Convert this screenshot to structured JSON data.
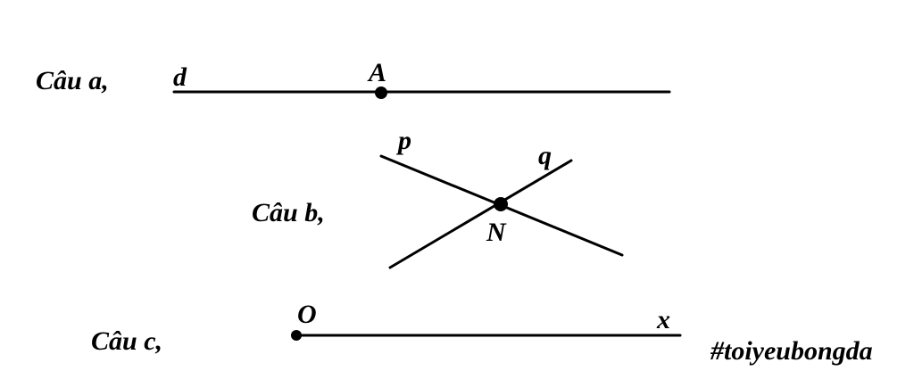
{
  "sections": {
    "a": {
      "label": "Câu a,",
      "line_name": "d",
      "point": "A"
    },
    "b": {
      "label": "Câu b,",
      "line_1_name": "p",
      "line_2_name": "q",
      "intersection_point": "N"
    },
    "c": {
      "label": "Câu c,",
      "origin": "O",
      "ray_name": "x"
    }
  },
  "hashtag": "#toiyeubongda",
  "colors": {
    "ink": "#000000",
    "background": "#ffffff"
  }
}
